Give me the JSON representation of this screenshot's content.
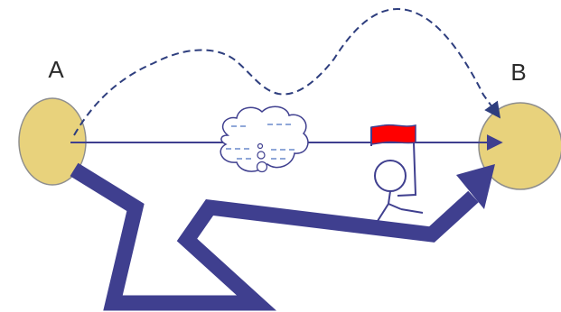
{
  "diagram": {
    "nodes": [
      {
        "id": "a",
        "label": "A"
      },
      {
        "id": "b",
        "label": "B"
      }
    ],
    "colors": {
      "node_fill": "#E8D27C",
      "node_stroke": "#8E8E8E",
      "line": "#3F3F8F",
      "dashed_path": "#2E3E7E",
      "zigzag_arrow": "#3F3F8F",
      "cloud_stroke": "#3F3F8F",
      "cloud_dashes": "#8FA7D8",
      "flag": "#FF0000",
      "stick_figure": "#3F3F8F"
    },
    "elements": {
      "direct_line": "straight-arrow",
      "curved_path": "dashed-curved-arrow",
      "thick_path": "zigzag-arrow",
      "thought": "thought-cloud-icon",
      "walker": "stick-figure-with-flag-icon"
    }
  }
}
